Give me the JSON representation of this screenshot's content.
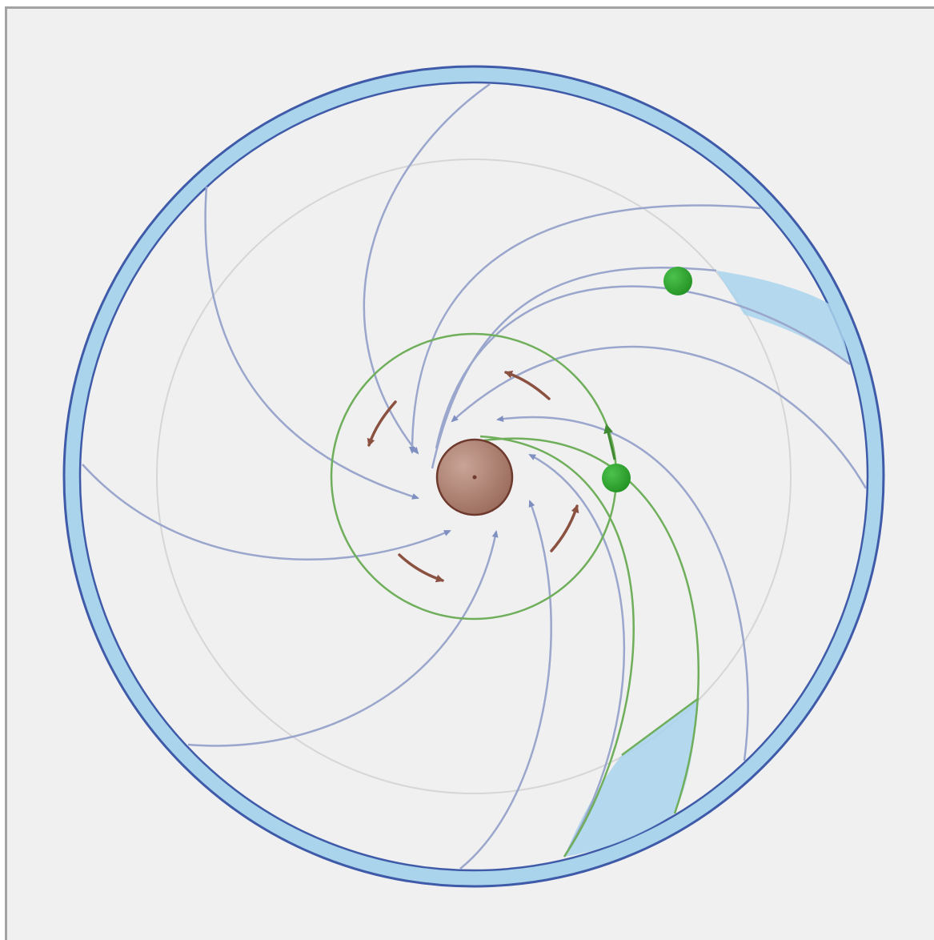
{
  "diagram": {
    "kind": "spiral inflow around central body",
    "colors": {
      "background": "#f0f0f0",
      "frame": "#a3a3a3",
      "outer_ring_fill": "#a9d4ec",
      "outer_ring_stroke": "#3f5aa8",
      "flow_lines": "#9aa6cc",
      "flow_arrow": "#7e8fc0",
      "green_lines": "#6fae5a",
      "green_dots": "#2fa52f",
      "central_body": "#a87868",
      "rotation_arrows": "#8a5040",
      "guide_circle": "#d6d6d6",
      "highlight_band": "#a9d4ec"
    },
    "elements": {
      "outer_ring": "ring",
      "guide_circle": "circle",
      "inner_orbit": "circle",
      "central_body": "circle",
      "green_dots": 2,
      "flow_line_count": 10,
      "rotation_arrow_count": 4
    }
  }
}
